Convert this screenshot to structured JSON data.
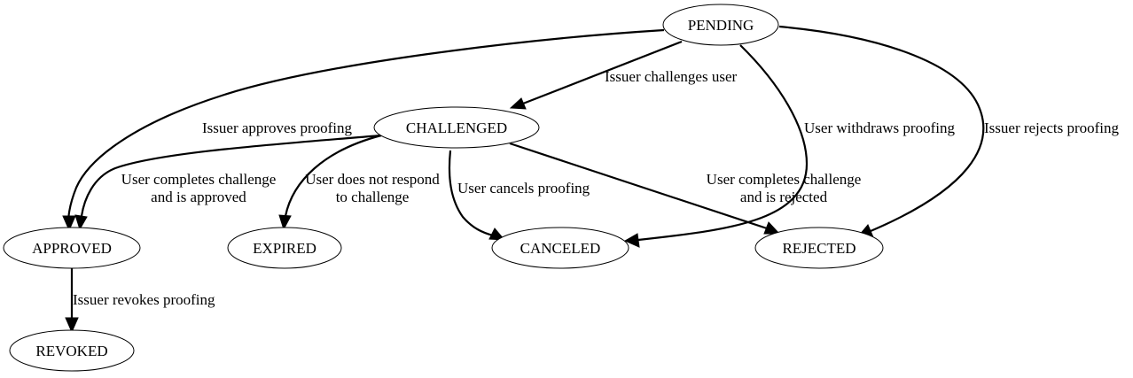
{
  "diagram": {
    "nodes": {
      "pending": "PENDING",
      "challenged": "CHALLENGED",
      "approved": "APPROVED",
      "expired": "EXPIRED",
      "canceled": "CANCELED",
      "rejected": "REJECTED",
      "revoked": "REVOKED"
    },
    "edges": {
      "issuer_challenges_user": "Issuer challenges user",
      "issuer_approves_proofing": "Issuer approves proofing",
      "user_withdraws_proofing": "User withdraws proofing",
      "issuer_rejects_proofing": "Issuer rejects proofing",
      "completes_approved_line1": "User completes challenge",
      "completes_approved_line2": "and is approved",
      "no_response_line1": "User does not respond",
      "no_response_line2": "to challenge",
      "user_cancels_proofing": "User cancels proofing",
      "completes_rejected_line1": "User completes challenge",
      "completes_rejected_line2": "and is rejected",
      "issuer_revokes_proofing": "Issuer revokes proofing"
    }
  }
}
